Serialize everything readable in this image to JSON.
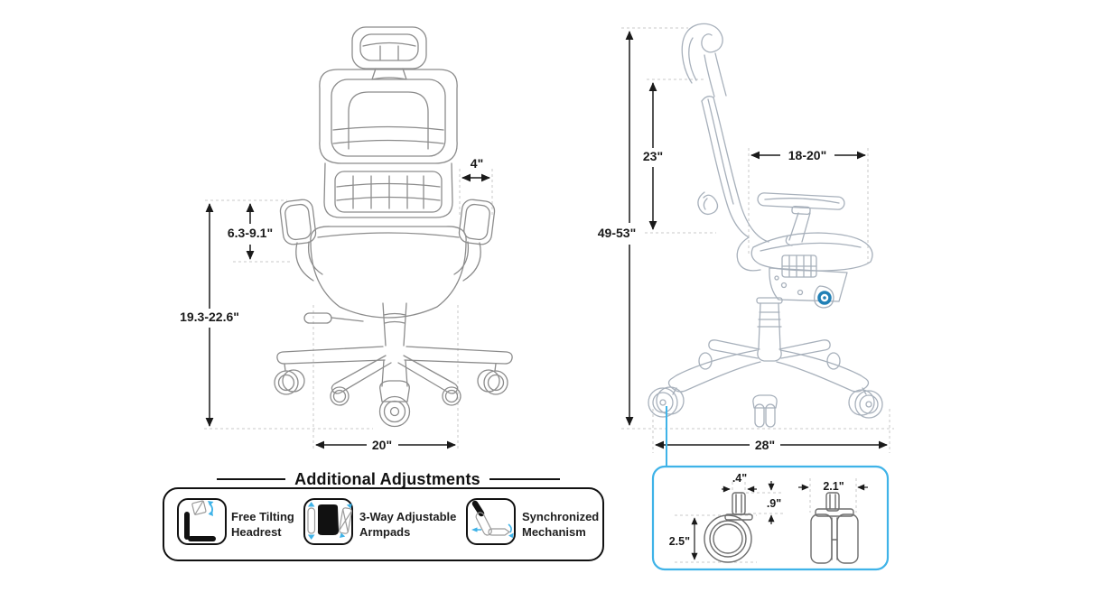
{
  "diagram": {
    "front_view": {
      "dim_armrest_pad_width": "4\"",
      "dim_armrest_height_range": "6.3-9.1\"",
      "dim_seat_height_range": "19.3-22.6\"",
      "dim_seat_width": "20\""
    },
    "side_view": {
      "dim_backrest_height": "23\"",
      "dim_overall_height_range": "49-53\"",
      "dim_seat_depth_range": "18-20\"",
      "dim_base_width": "28\""
    },
    "caster_detail": {
      "dim_stem_width": ".4\"",
      "dim_stem_height": ".9\"",
      "dim_wheel_diameter": "2.5\"",
      "dim_wheel_width": "2.1\""
    },
    "additional_adjustments": {
      "title": "Additional Adjustments",
      "items": [
        {
          "icon": "free-tilting-headrest-icon",
          "line1": "Free Tilting",
          "line2": "Headrest"
        },
        {
          "icon": "three-way-adjustable-armpads-icon",
          "line1": "3-Way Adjustable",
          "line2": "Armpads"
        },
        {
          "icon": "synchronized-mechanism-icon",
          "line1": "Synchronized",
          "line2": "Mechanism"
        }
      ]
    },
    "colors": {
      "accent_blue": "#3fb3e8",
      "front_line_gray": "#8c8c8c",
      "side_line_gray": "#a7b0bb",
      "dimension_black": "#1a1a1a"
    }
  }
}
